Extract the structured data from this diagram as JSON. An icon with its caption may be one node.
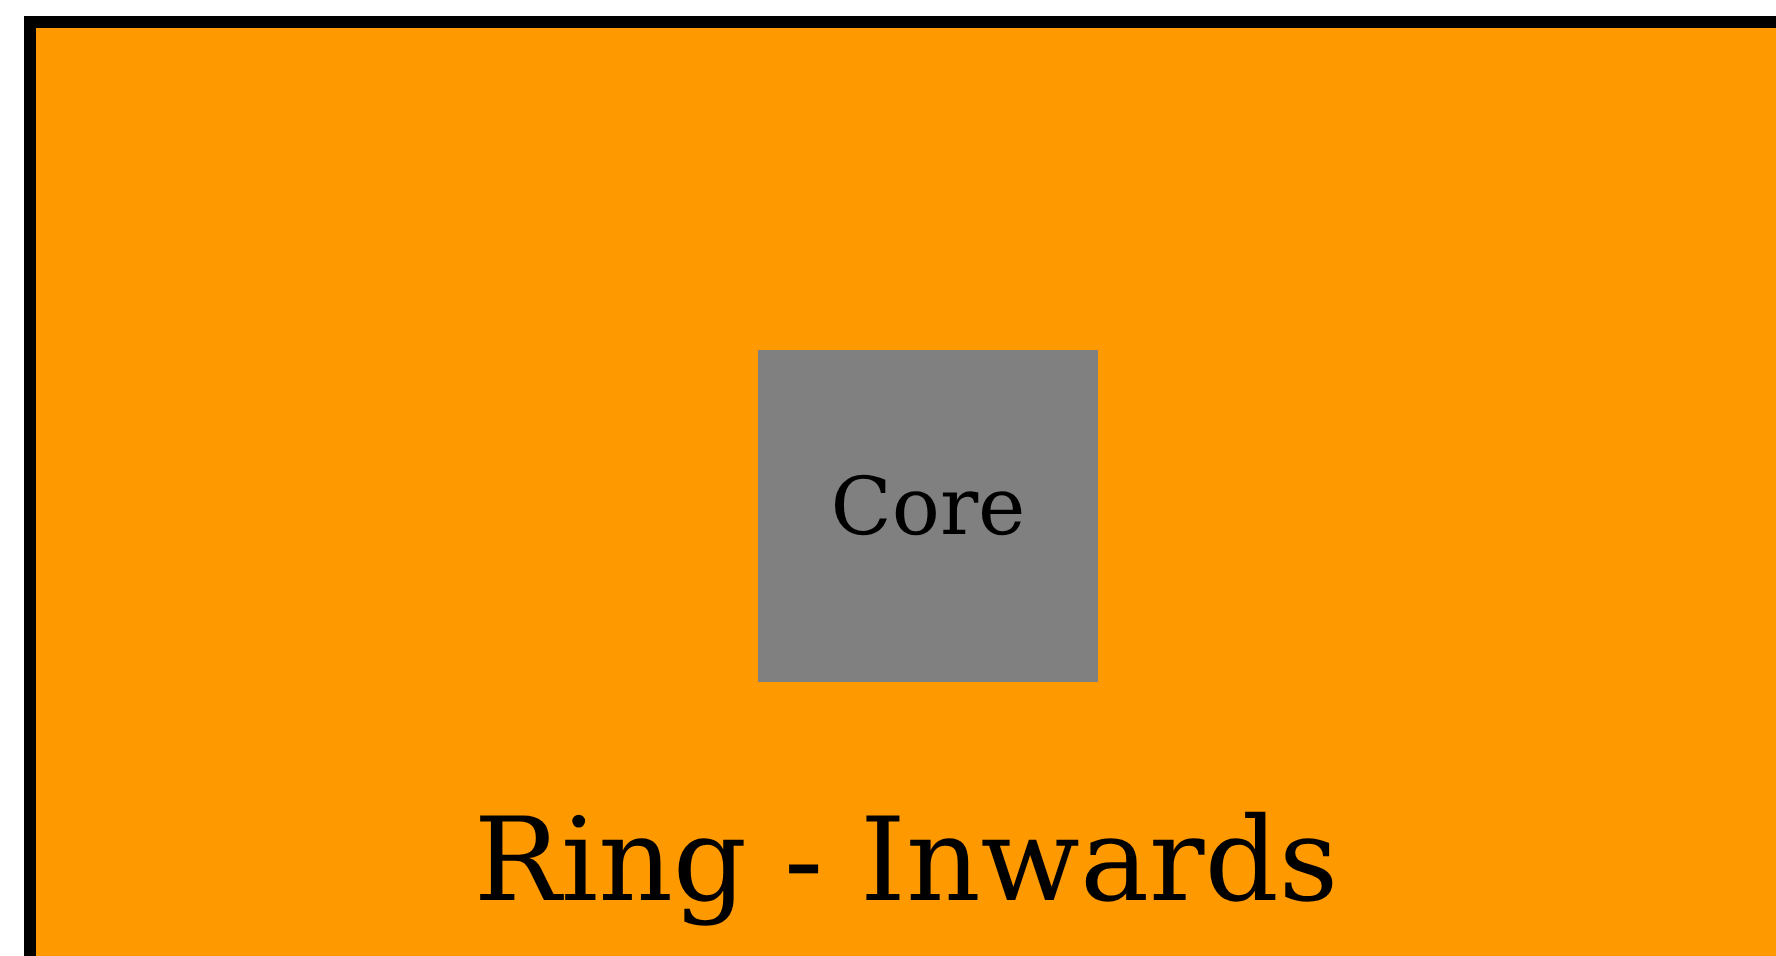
{
  "diagram": {
    "nodes": [
      {
        "text": [
          "Ring - Inwards"
        ]
      },
      {
        "text": [
          "Core"
        ],
        "in": 0
      }
    ]
  }
}
